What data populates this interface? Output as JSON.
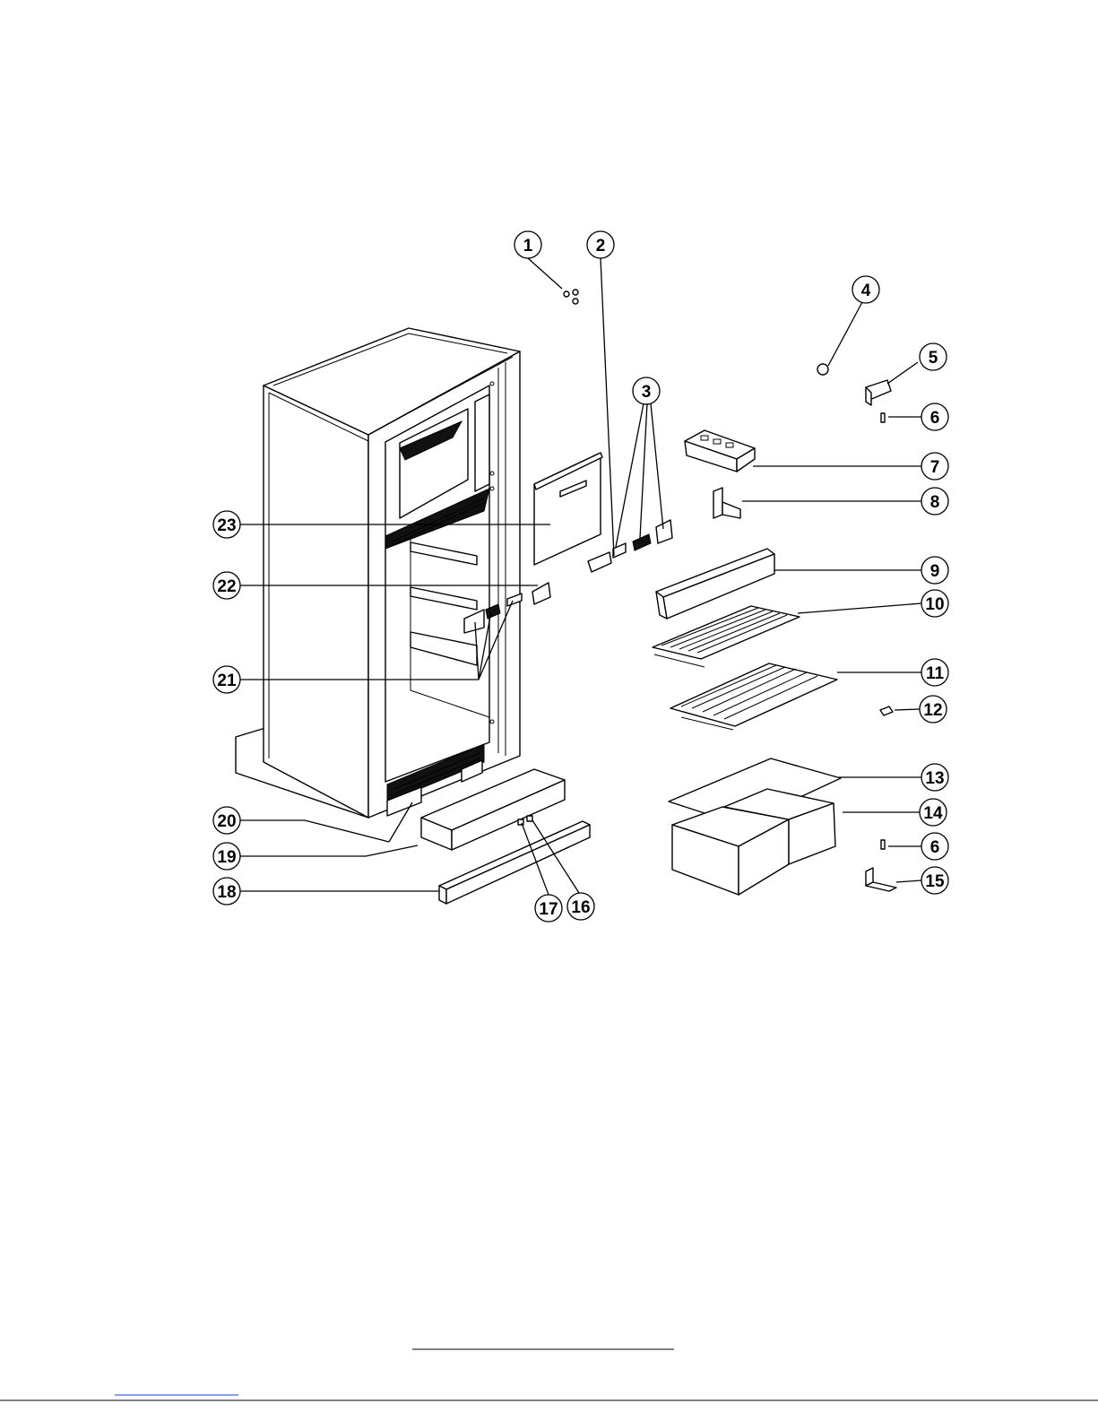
{
  "diagram": {
    "type": "exploded-parts-view",
    "line_color": "#000000",
    "background": "#ffffff",
    "callouts": [
      {
        "id": "c1",
        "label": "1"
      },
      {
        "id": "c2",
        "label": "2"
      },
      {
        "id": "c3",
        "label": "3"
      },
      {
        "id": "c4",
        "label": "4"
      },
      {
        "id": "c5",
        "label": "5"
      },
      {
        "id": "c6a",
        "label": "6"
      },
      {
        "id": "c7",
        "label": "7"
      },
      {
        "id": "c8",
        "label": "8"
      },
      {
        "id": "c9",
        "label": "9"
      },
      {
        "id": "c10",
        "label": "10"
      },
      {
        "id": "c11",
        "label": "11"
      },
      {
        "id": "c12",
        "label": "12"
      },
      {
        "id": "c13",
        "label": "13"
      },
      {
        "id": "c14",
        "label": "14"
      },
      {
        "id": "c6b",
        "label": "6"
      },
      {
        "id": "c15",
        "label": "15"
      },
      {
        "id": "c16",
        "label": "16"
      },
      {
        "id": "c17",
        "label": "17"
      },
      {
        "id": "c18",
        "label": "18"
      },
      {
        "id": "c19",
        "label": "19"
      },
      {
        "id": "c20",
        "label": "20"
      },
      {
        "id": "c21",
        "label": "21"
      },
      {
        "id": "c22",
        "label": "22"
      },
      {
        "id": "c23",
        "label": "23"
      }
    ]
  }
}
